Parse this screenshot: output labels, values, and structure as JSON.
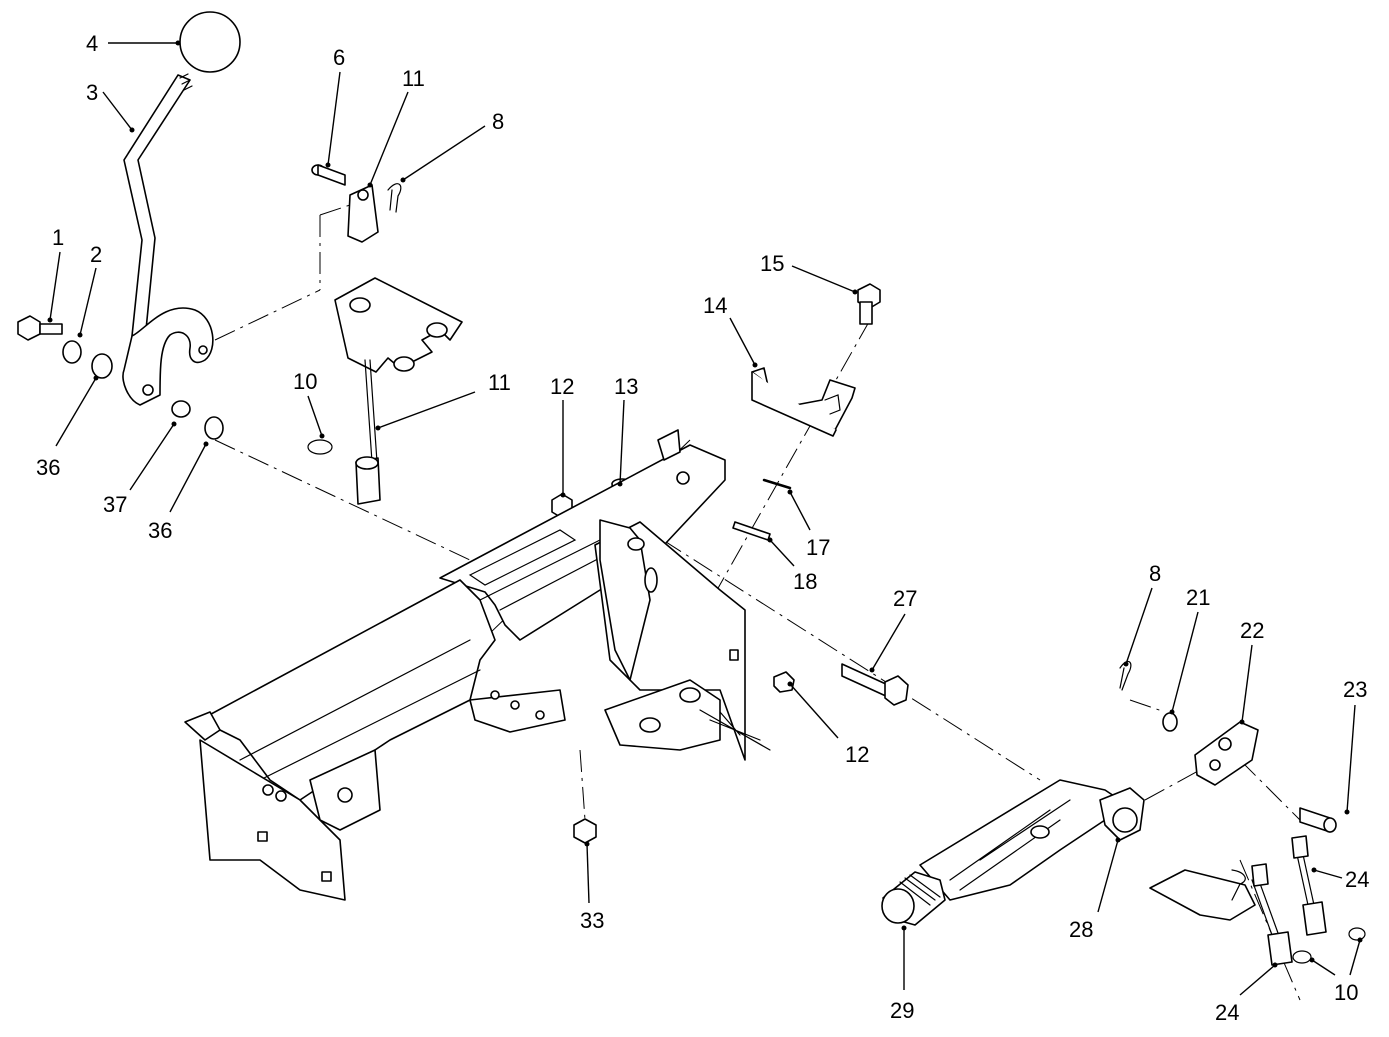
{
  "diagram": {
    "callouts": [
      {
        "id": "c4",
        "label": "4"
      },
      {
        "id": "c3",
        "label": "3"
      },
      {
        "id": "c6",
        "label": "6"
      },
      {
        "id": "c11a",
        "label": "11"
      },
      {
        "id": "c8a",
        "label": "8"
      },
      {
        "id": "c1",
        "label": "1"
      },
      {
        "id": "c2",
        "label": "2"
      },
      {
        "id": "c36a",
        "label": "36"
      },
      {
        "id": "c37",
        "label": "37"
      },
      {
        "id": "c36b",
        "label": "36"
      },
      {
        "id": "c10a",
        "label": "10"
      },
      {
        "id": "c11b",
        "label": "11"
      },
      {
        "id": "c12a",
        "label": "12"
      },
      {
        "id": "c13",
        "label": "13"
      },
      {
        "id": "c15",
        "label": "15"
      },
      {
        "id": "c14",
        "label": "14"
      },
      {
        "id": "c17",
        "label": "17"
      },
      {
        "id": "c18",
        "label": "18"
      },
      {
        "id": "c27",
        "label": "27"
      },
      {
        "id": "c12b",
        "label": "12"
      },
      {
        "id": "c33",
        "label": "33"
      },
      {
        "id": "c8b",
        "label": "8"
      },
      {
        "id": "c21",
        "label": "21"
      },
      {
        "id": "c22",
        "label": "22"
      },
      {
        "id": "c23",
        "label": "23"
      },
      {
        "id": "c24a",
        "label": "24"
      },
      {
        "id": "c28",
        "label": "28"
      },
      {
        "id": "c29",
        "label": "29"
      },
      {
        "id": "c24b",
        "label": "24"
      },
      {
        "id": "c10b",
        "label": "10"
      }
    ]
  }
}
